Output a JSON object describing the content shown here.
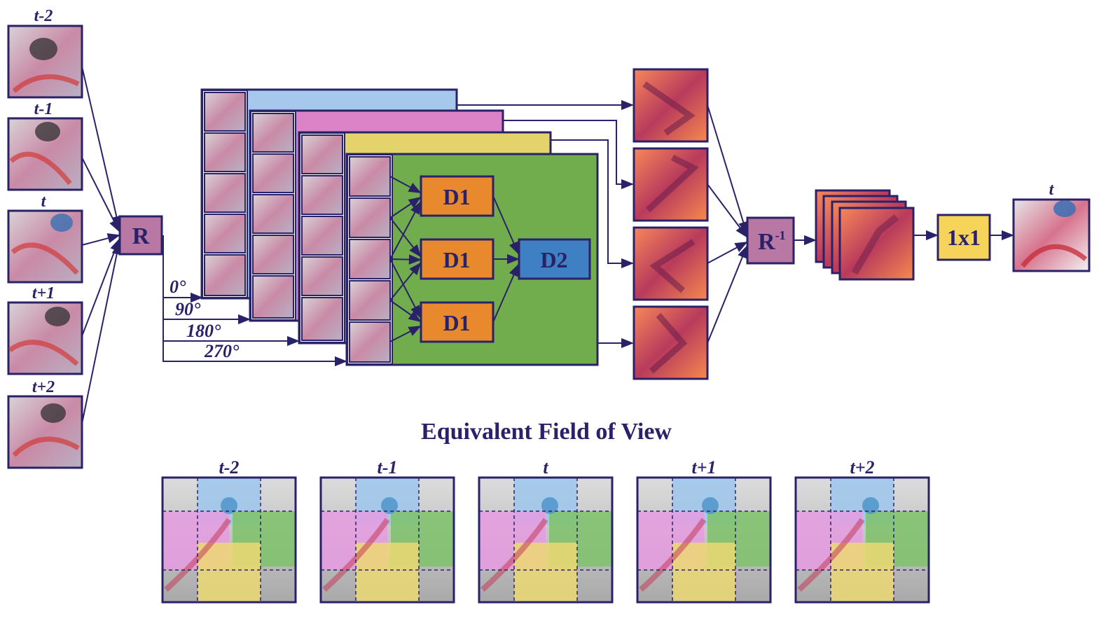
{
  "input_frames": [
    "t-2",
    "t-1",
    "t",
    "t+1",
    "t+2"
  ],
  "rotation_op": "R",
  "angles": [
    "0°",
    "90°",
    "180°",
    "270°"
  ],
  "stage1_blocks": [
    "D1",
    "D1",
    "D1"
  ],
  "stage2_block": "D2",
  "inverse_rotation": {
    "base": "R",
    "sup": "-1"
  },
  "conv_block": "1x1",
  "output_frame": "t",
  "fov_title": "Equivalent Field of View",
  "fov_frames": [
    "t-2",
    "t-1",
    "t",
    "t+1",
    "t+2"
  ],
  "colors": {
    "outline": "#2a2268",
    "r_box": "#b977a4",
    "d1": "#e8892e",
    "d2": "#3f7fc4",
    "conv": "#f6d45a",
    "layer_blue": "#a6c8ec",
    "layer_pink": "#dc82c7",
    "layer_yellow": "#e3d36a",
    "layer_green": "#72ad4d",
    "feature": "#f27a4a",
    "fov_blue": "#9ec6ec",
    "fov_pink": "#e69be0",
    "fov_green": "#7ec26a",
    "fov_yellow": "#ecd873"
  }
}
